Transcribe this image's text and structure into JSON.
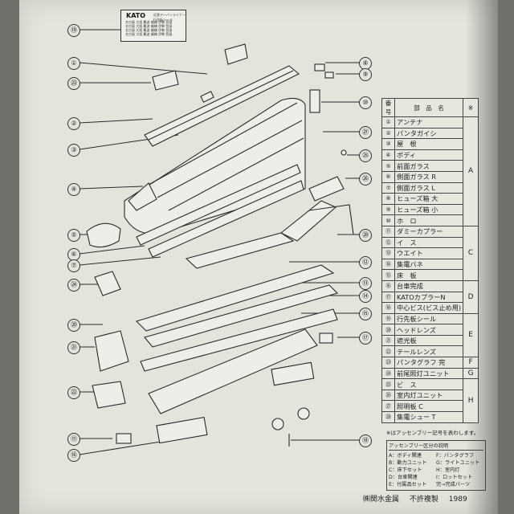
{
  "label_sheet": {
    "brand": "KATO",
    "title": "近鉄アーバンライナー 行先板シール",
    "lines": [
      "名古屋  大阪  難波  鶴橋  伊勢  賢島",
      "名古屋  大阪  難波  鶴橋  伊勢  賢島",
      "名古屋  大阪  難波  鶴橋  伊勢  賢島",
      "名古屋  大阪  難波  鶴橋  伊勢  賢島"
    ]
  },
  "callouts_left": [
    "⑲",
    "①",
    "㉓",
    "②",
    "③",
    "④",
    "⑤",
    "⑥",
    "⑦",
    "㉔",
    "⑳",
    "㉑",
    "㉒",
    "⑪",
    "⑯"
  ],
  "callouts_right": [
    "⑧",
    "⑨",
    "⑩",
    "㉗",
    "㉕",
    "㉖",
    "㉘",
    "⑫",
    "⑬",
    "⑭",
    "⑮",
    "⑰",
    "⑱"
  ],
  "parts_table": {
    "headers": [
      "番号",
      "部　品　名",
      "※"
    ],
    "rows": [
      {
        "no": "①",
        "name": "アンテナ"
      },
      {
        "no": "②",
        "name": "パンタガイシ"
      },
      {
        "no": "③",
        "name": "屋　根"
      },
      {
        "no": "④",
        "name": "ボディ"
      },
      {
        "no": "⑤",
        "name": "前面ガラス"
      },
      {
        "no": "⑥",
        "name": "側面ガラス R"
      },
      {
        "no": "⑦",
        "name": "側面ガラス L"
      },
      {
        "no": "⑧",
        "name": "ヒューズ箱 大"
      },
      {
        "no": "⑨",
        "name": "ヒューズ箱 小"
      },
      {
        "no": "⑩",
        "name": "ホ　ロ"
      },
      {
        "no": "⑪",
        "name": "ダミーカプラー"
      },
      {
        "no": "⑫",
        "name": "イ　ス"
      },
      {
        "no": "⑬",
        "name": "ウエイト"
      },
      {
        "no": "⑭",
        "name": "集電バネ"
      },
      {
        "no": "⑮",
        "name": "床　板"
      },
      {
        "no": "⑯",
        "name": "台車完成"
      },
      {
        "no": "⑰",
        "name": "KATOカプラーN"
      },
      {
        "no": "⑱",
        "name": "中心ビス(ビス止め用)"
      },
      {
        "no": "⑲",
        "name": "行先板シール"
      },
      {
        "no": "⑳",
        "name": "ヘッドレンズ"
      },
      {
        "no": "㉑",
        "name": "遮光板"
      },
      {
        "no": "㉒",
        "name": "テールレンズ"
      },
      {
        "no": "㉓",
        "name": "パンタグラフ 完"
      },
      {
        "no": "㉔",
        "name": "前尾照灯ユニット"
      },
      {
        "no": "㉕",
        "name": "ビ　ス"
      },
      {
        "no": "㉖",
        "name": "室内灯ユニット"
      },
      {
        "no": "㉗",
        "name": "照明板 C"
      },
      {
        "no": "㉘",
        "name": "集電シュー T"
      }
    ],
    "groups": [
      {
        "letter": "A",
        "start": 0,
        "span": 10
      },
      {
        "letter": "C",
        "start": 10,
        "span": 5
      },
      {
        "letter": "D",
        "start": 15,
        "span": 3
      },
      {
        "letter": "E",
        "start": 18,
        "span": 4
      },
      {
        "letter": "F",
        "start": 22,
        "span": 1
      },
      {
        "letter": "G",
        "start": 23,
        "span": 1
      },
      {
        "letter": "H",
        "start": 24,
        "span": 4
      }
    ]
  },
  "note": "※はアッセンブリー記号を表わします。",
  "legend": {
    "title": "アッセンブリー区分の説明",
    "rows": [
      [
        "A：ボディ関連",
        "F：パンタグラフ"
      ],
      [
        "B：動力ユニット",
        "G：ライトユニット"
      ],
      [
        "C：床下セット",
        "H：室内灯"
      ],
      [
        "D：台車関連",
        "I：ロットセット"
      ],
      [
        "E：付属品セット",
        "完→完成パーツ"
      ]
    ]
  },
  "footer": {
    "maker": "㈱関水金属",
    "copy": "不許複製",
    "year": "1989"
  }
}
